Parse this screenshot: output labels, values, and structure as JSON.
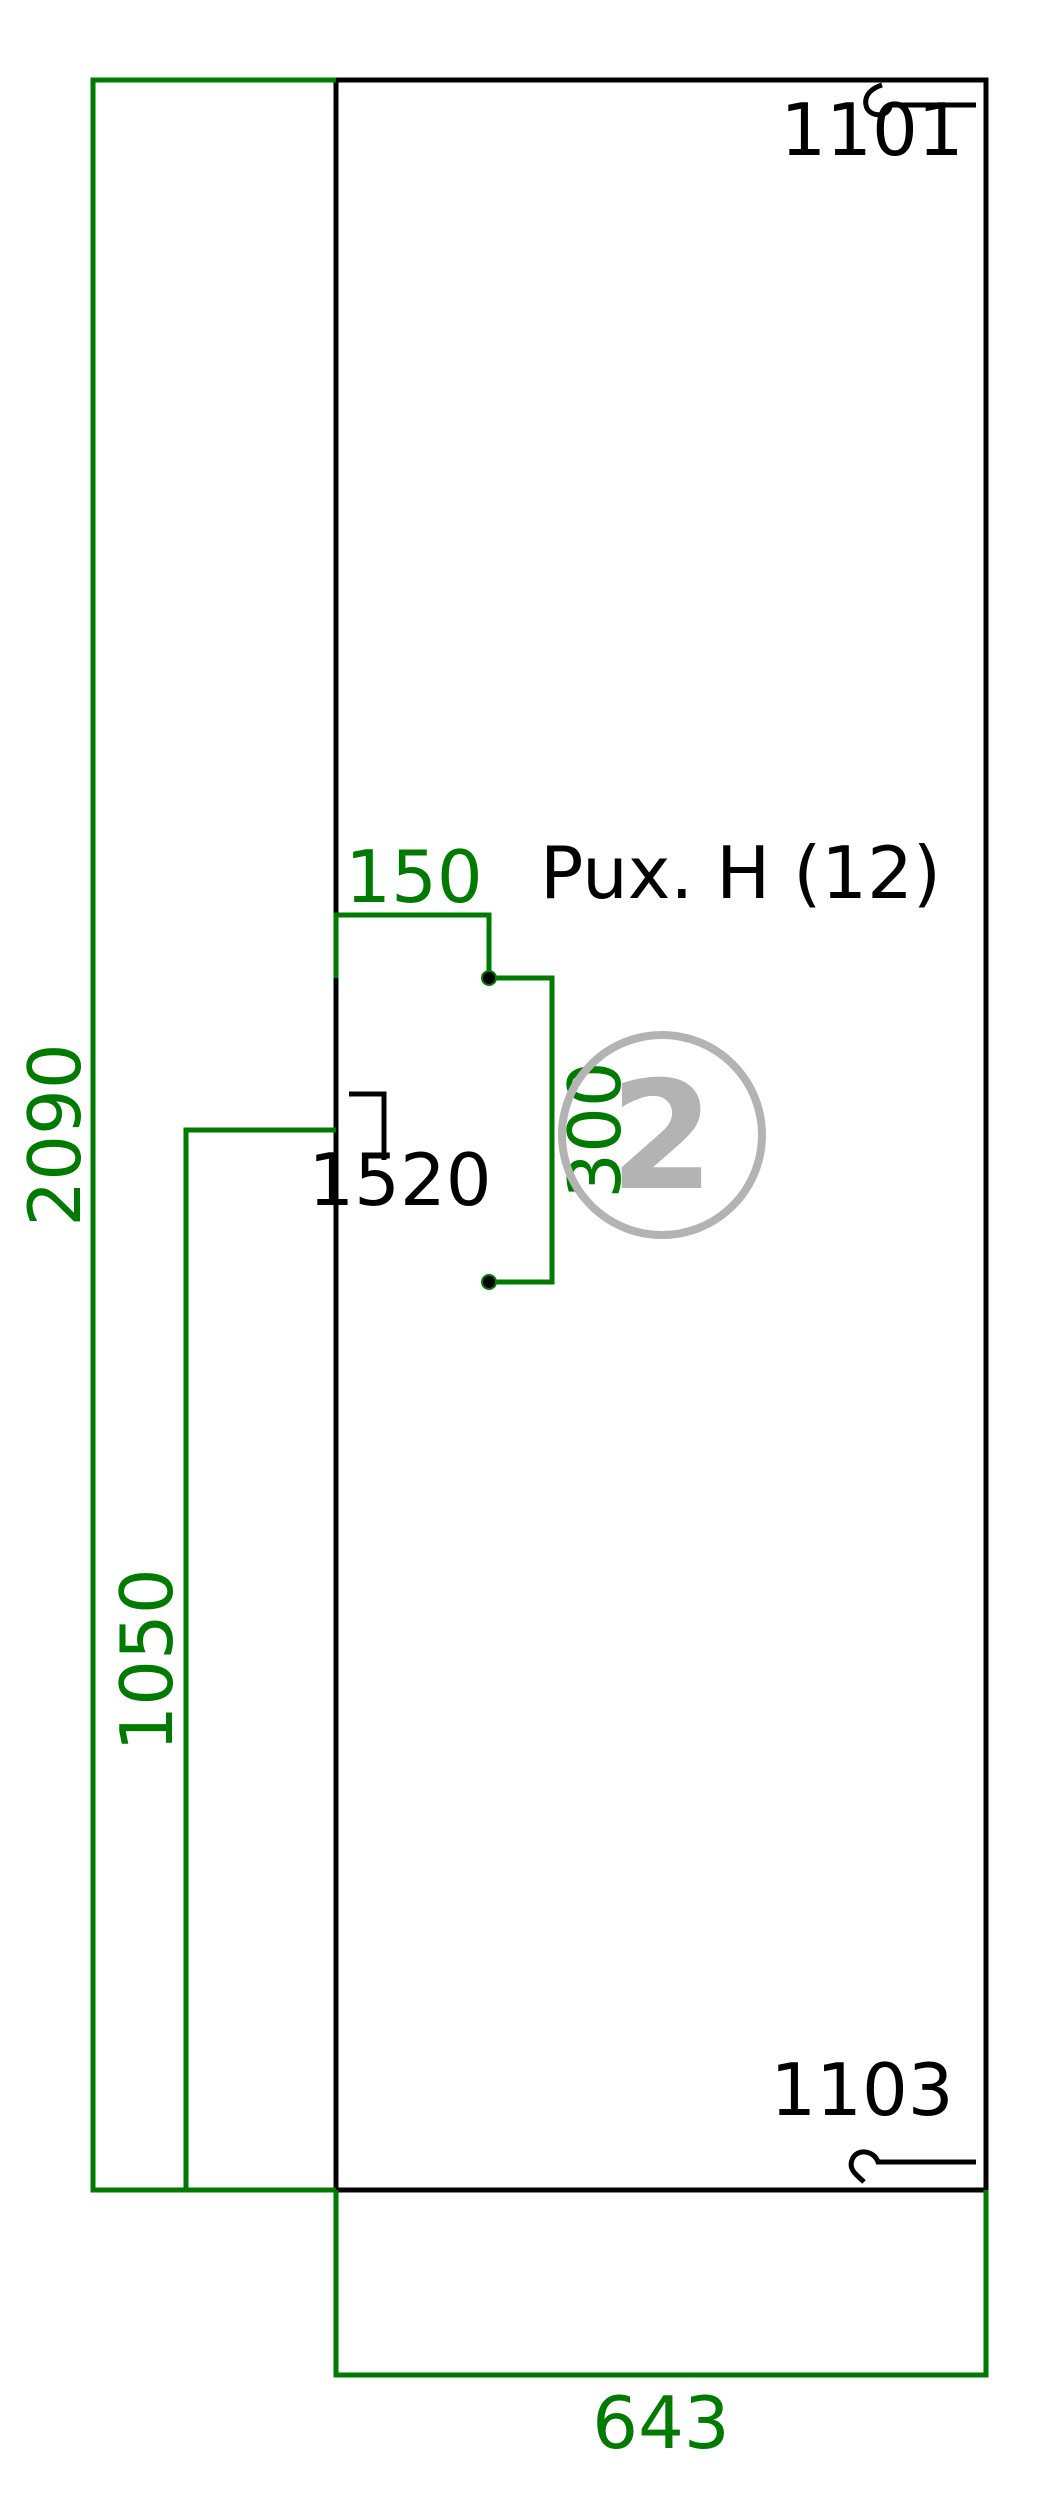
{
  "drawing": {
    "label": "Pux. H (12)",
    "badge_number": "2",
    "edge_codes": {
      "top": "1101",
      "bottom": "1103",
      "left": "1520"
    }
  },
  "dimensions": {
    "total_height": "2090",
    "hole_height": "1050",
    "width": "643",
    "hole_offset": "150",
    "hole_spacing": "300"
  },
  "colors": {
    "dimension": "#007a00",
    "part": "#000000",
    "badge": "#b3b3b3"
  }
}
